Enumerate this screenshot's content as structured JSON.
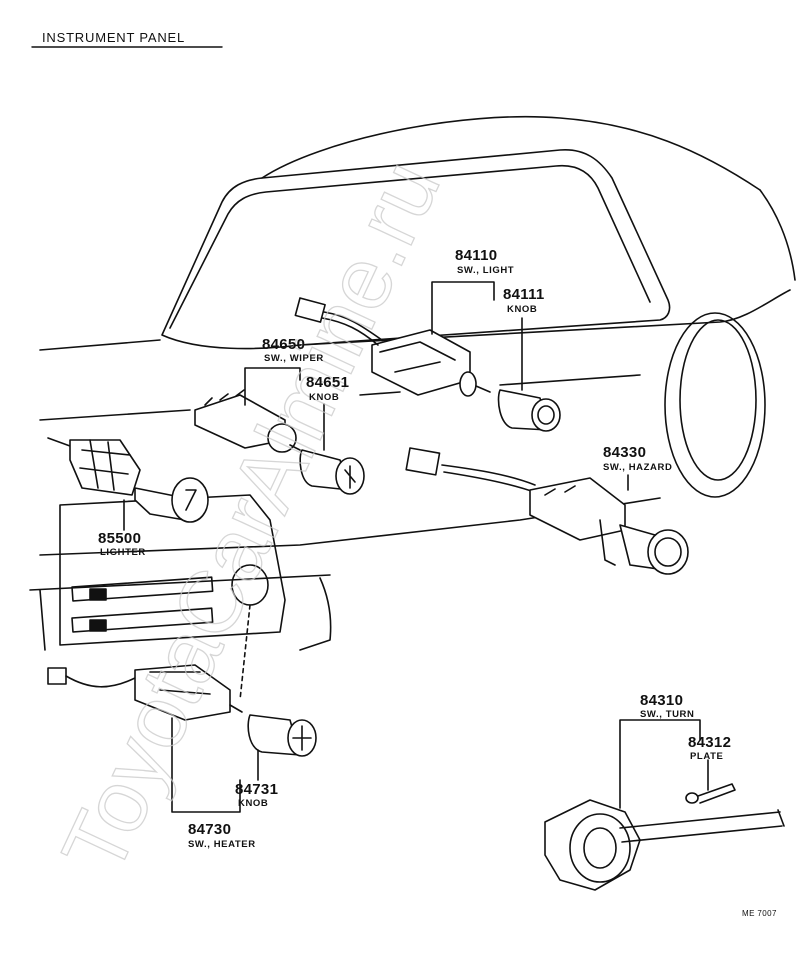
{
  "title": "INSTRUMENT PANEL",
  "drawing_code": "ME 7007",
  "watermark": "ToyotaCarAlmine.ru",
  "parts": [
    {
      "number": "84110",
      "name": "SW., LIGHT"
    },
    {
      "number": "84111",
      "name": "KNOB"
    },
    {
      "number": "84650",
      "name": "SW., WIPER"
    },
    {
      "number": "84651",
      "name": "KNOB"
    },
    {
      "number": "84330",
      "name": "SW., HAZARD"
    },
    {
      "number": "85500",
      "name": "LIGHTER"
    },
    {
      "number": "84731",
      "name": "KNOB"
    },
    {
      "number": "84730",
      "name": "SW., HEATER"
    },
    {
      "number": "84310",
      "name": "SW., TURN"
    },
    {
      "number": "84312",
      "name": "PLATE"
    }
  ]
}
